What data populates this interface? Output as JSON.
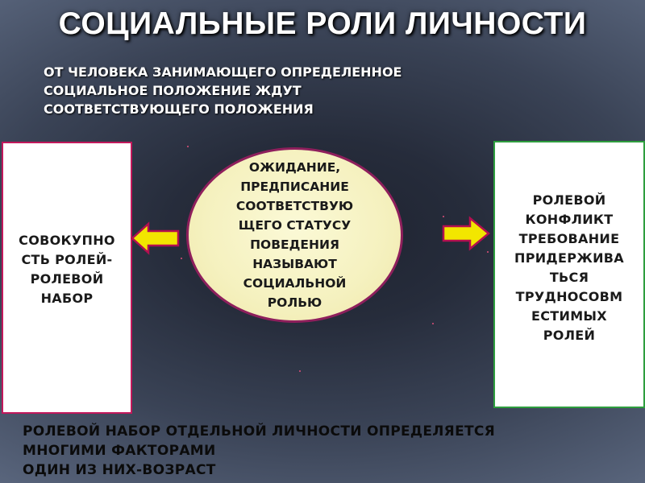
{
  "title": "СОЦИАЛЬНЫЕ РОЛИ ЛИЧНОСТИ",
  "subtitle": {
    "lines": [
      "ОТ ЧЕЛОВЕКА ЗАНИМАЮЩЕГО ОПРЕДЕЛЕННОЕ",
      "СОЦИАЛЬНОЕ  ПОЛОЖЕНИЕ  ЖДУТ",
      "СООТВЕТСТВУЮЩЕГО  ПОЛОЖЕНИЯ"
    ]
  },
  "left_box": {
    "lines": [
      "СОВОКУПНО",
      "СТЬ РОЛЕЙ-",
      "РОЛЕВОЙ",
      "НАБОР"
    ]
  },
  "center_ellipse": {
    "lines": [
      "ОЖИДАНИЕ,",
      "ПРЕДПИСАНИЕ",
      "СООТВЕТСТВУЮ",
      "ЩЕГО СТАТУСУ",
      "ПОВЕДЕНИЯ",
      "НАЗЫВАЮТ",
      "СОЦИАЛЬНОЙ",
      "РОЛЬЮ"
    ]
  },
  "right_box": {
    "lines": [
      "РОЛЕВОЙ",
      "КОНФЛИКТ",
      "ТРЕБОВАНИЕ",
      "ПРИДЕРЖИВА",
      "ТЬСЯ",
      "ТРУДНОСОВМ",
      "ЕСТИМЫХ",
      "РОЛЕЙ"
    ]
  },
  "footer": {
    "lines": [
      "РОЛЕВОЙ  НАБОР  ОТДЕЛЬНОЙ  ЛИЧНОСТИ  ОПРЕДЕЛЯЕТСЯ",
      "МНОГИМИ  ФАКТОРАМИ",
      "ОДИН  ИЗ НИХ-ВОЗРАСТ"
    ]
  },
  "colors": {
    "arrow_fill": "#f2e600",
    "arrow_stroke": "#b30f50",
    "ellipse_border": "#8e1f5c",
    "left_box_border": "#c2185b",
    "right_box_border": "#2e9e3e"
  },
  "icons": {
    "left_arrow": "left-arrow-icon",
    "right_arrow": "right-arrow-icon"
  }
}
